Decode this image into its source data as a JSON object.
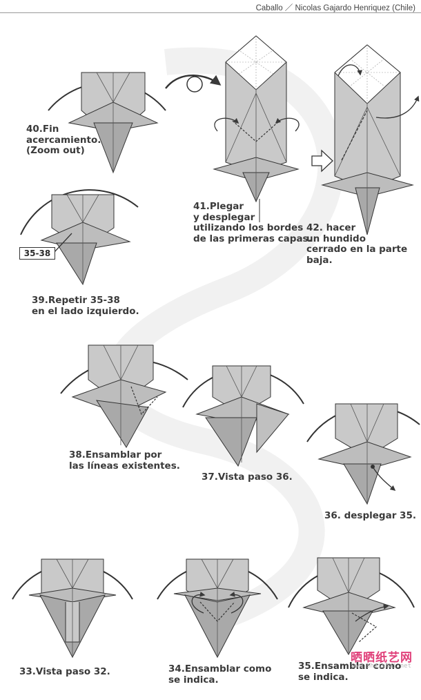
{
  "header": {
    "title": "Caballo ／ Nicolas Gajardo Henriquez (Chile)"
  },
  "steps": {
    "s40": {
      "lines": [
        "40.Fin",
        "acercamiento.",
        "(Zoom out)"
      ]
    },
    "s41": {
      "lines": [
        "41.Plegar",
        "y desplegar",
        "utilizando los bordes",
        "de las primeras capas."
      ]
    },
    "s42": {
      "lines": [
        "42. hacer",
        "un hundido",
        "cerrado en la parte",
        "baja."
      ]
    },
    "s39": {
      "lines": [
        "39.Repetir 35-38",
        "en el lado izquierdo."
      ],
      "ref": "35-38"
    },
    "s38": {
      "lines": [
        "38.Ensamblar por",
        "las líneas existentes."
      ]
    },
    "s37": {
      "lines": [
        "37.Vista paso 36."
      ]
    },
    "s36": {
      "lines": [
        "36. desplegar 35."
      ]
    },
    "s33": {
      "lines": [
        "33.Vista paso 32."
      ]
    },
    "s34": {
      "lines": [
        "34.Ensamblar como",
        "se indica."
      ]
    },
    "s35": {
      "lines": [
        "35.Ensamblar como",
        "se indica."
      ]
    }
  },
  "watermark": {
    "text": "晒晒纸艺网",
    "sub": "www.shaishai.net"
  },
  "colors": {
    "paper": "#c9c9c9",
    "paper_dark": "#a9a9a9",
    "line": "#3a3a3a",
    "accent": "#e0407a"
  }
}
